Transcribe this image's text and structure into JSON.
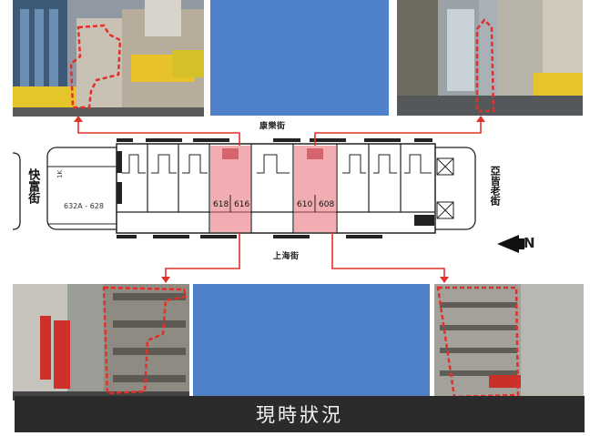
{
  "streets": {
    "top": "康樂街",
    "bottom": "上海街",
    "left": "快富街",
    "right": "亞皆老街"
  },
  "plan": {
    "range_label": "632A - 628",
    "small_label": "1K",
    "units": [
      "618",
      "616",
      "610",
      "608"
    ],
    "north_label": "N"
  },
  "caption": "現時狀況",
  "colors": {
    "highlight": "#e8777f",
    "arrow": "#e0302a",
    "placeholder": "#4e81c9",
    "caption_bg": "#2b2b2b"
  }
}
